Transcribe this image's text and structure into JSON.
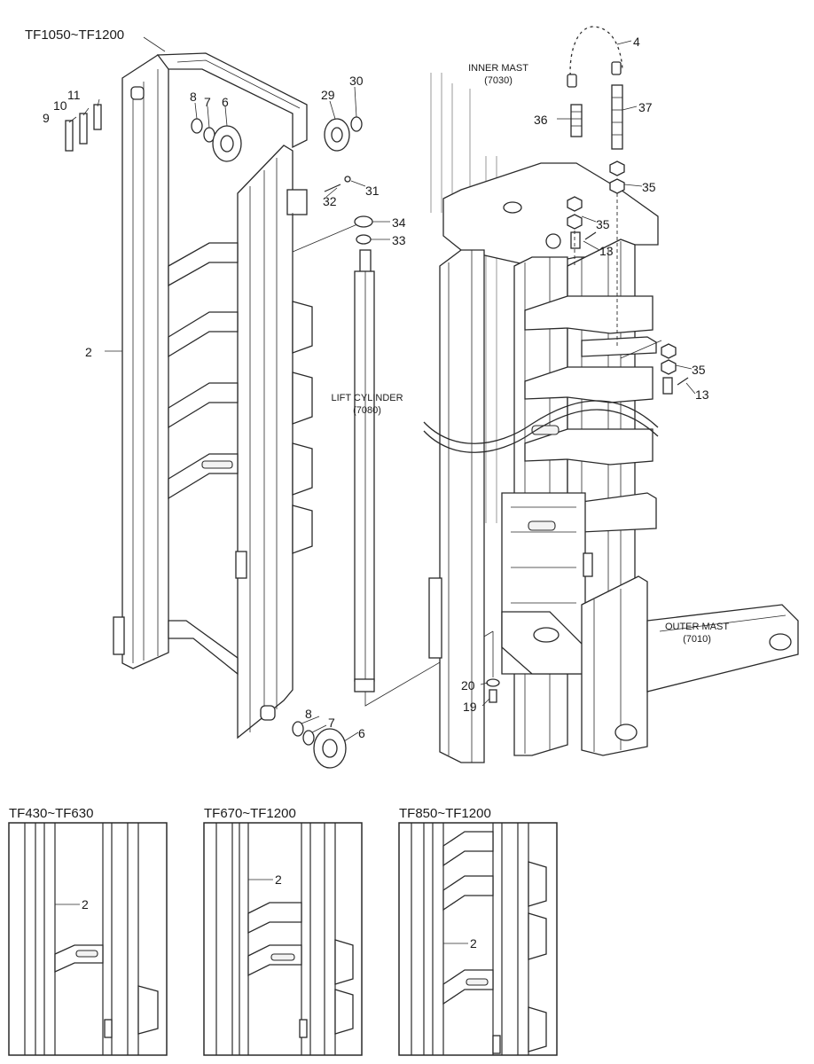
{
  "main_view": {
    "model_range": "TF1050~TF1200",
    "callouts": {
      "c2": "2",
      "c4": "4",
      "c6a": "6",
      "c6b": "6",
      "c7a": "7",
      "c7b": "7",
      "c8a": "8",
      "c8b": "8",
      "c9": "9",
      "c10": "10",
      "c11": "11",
      "c13a": "13",
      "c13b": "13",
      "c19": "19",
      "c20": "20",
      "c29": "29",
      "c30": "30",
      "c31": "31",
      "c32": "32",
      "c33": "33",
      "c34": "34",
      "c35a": "35",
      "c35b": "35",
      "c35c": "35",
      "c36": "36",
      "c37": "37"
    },
    "inner_mast": {
      "name": "INNER MAST",
      "code": "(7030)"
    },
    "lift_cylinder": {
      "name": "LIFT CYLINDER",
      "code": "(7080)"
    },
    "outer_mast": {
      "name": "OUTER MAST",
      "code": "(7010)"
    }
  },
  "variants": [
    {
      "range": "TF430~TF630",
      "callout": "2"
    },
    {
      "range": "TF670~TF1200",
      "callout": "2"
    },
    {
      "range": "TF850~TF1200",
      "callout": "2"
    }
  ]
}
